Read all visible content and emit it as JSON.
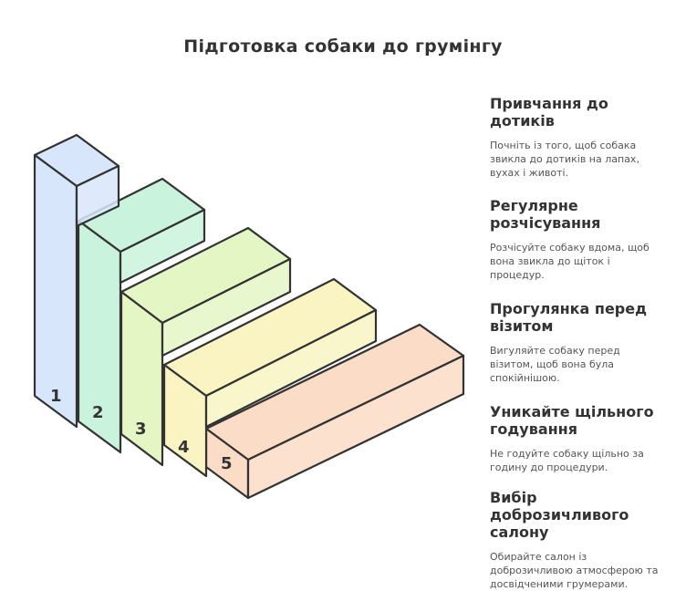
{
  "title": "Підготовка собаки до грумінгу",
  "steps": [
    {
      "number": "1",
      "heading": "Привчання до дотиків",
      "text": "Почніть із того, щоб собака звикла до дотиків на лапах, вухах і животі.",
      "color": "#d8e6fb"
    },
    {
      "number": "2",
      "heading": "Регулярне розчісування",
      "text": "Розчісуйте собаку вдома, щоб вона звикла до щіток і процедур.",
      "color": "#c9f3dc"
    },
    {
      "number": "3",
      "heading": "Прогулянка перед візитом",
      "text": "Вигуляйте собаку перед візитом, щоб вона була спокійнішою.",
      "color": "#e4f6c4"
    },
    {
      "number": "4",
      "heading": "Уникайте щільного годування",
      "text": "Не годуйте собаку щільно за годину до процедури.",
      "color": "#f9f4c2"
    },
    {
      "number": "5",
      "heading": "Вибір доброзичливого салону",
      "text": "Обирайте салон із доброзичливою атмосферою та досвідченими грумерами.",
      "color": "#fbdcc6"
    }
  ]
}
